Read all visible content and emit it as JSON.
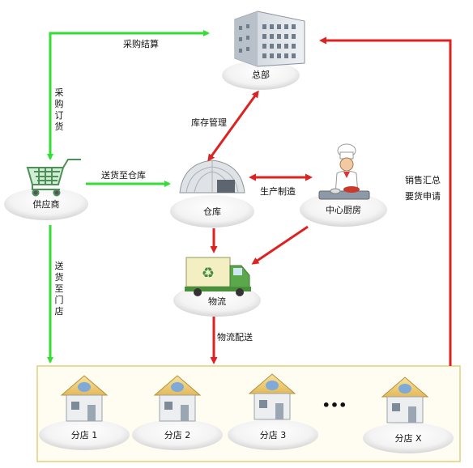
{
  "nodes": {
    "hq": "总部",
    "supplier": "供应商",
    "warehouse": "仓库",
    "kitchen": "中心厨房",
    "logistics": "物流",
    "branches": [
      "分店 1",
      "分店 2",
      "分店 3",
      "分店 X"
    ],
    "ellipsis": "•••"
  },
  "edges": {
    "purchase_settlement": "采购结算",
    "purchase_order": "采购订货",
    "deliver_to_warehouse": "送货至仓库",
    "inventory_mgmt": "库存管理",
    "production": "生产制造",
    "deliver_to_store": "送货至门店",
    "logistics_delivery": "物流配送",
    "sales_summary": "销售汇总",
    "request_goods": "要货申请"
  },
  "colors": {
    "green_arrow": "#33dd33",
    "red_arrow": "#dd2222",
    "branch_border": "#e0cf7a",
    "branch_bg": "#fffdf2"
  }
}
